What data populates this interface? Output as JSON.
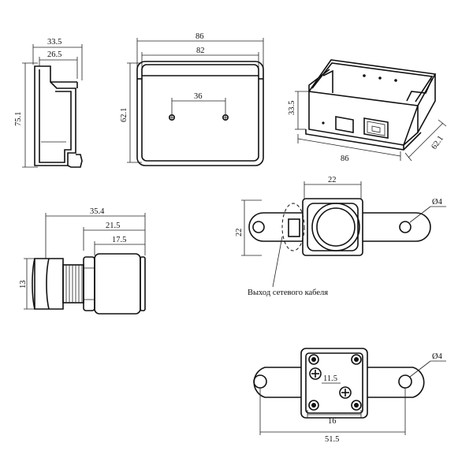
{
  "side_view": {
    "width_outer": "33.5",
    "width_inner": "26.5",
    "height": "75.1"
  },
  "front_view": {
    "width_outer": "86",
    "width_inner": "82",
    "hole_spacing": "36",
    "height": "62.1"
  },
  "iso_view": {
    "height": "33.5",
    "length": "86",
    "depth": "62.1"
  },
  "lens_side_view": {
    "length_total": "35.4",
    "length_mid": "21.5",
    "length_short": "17.5",
    "diameter": "13"
  },
  "camera_top_view": {
    "body_width": "22",
    "body_height": "22",
    "hole_diameter": "Ø4",
    "cable_label": "Выход сетевого кабеля"
  },
  "camera_bottom_view": {
    "screw_spacing": "11.5",
    "bracket_width": "16",
    "mount_span": "51.5",
    "hole_diameter": "Ø4"
  }
}
